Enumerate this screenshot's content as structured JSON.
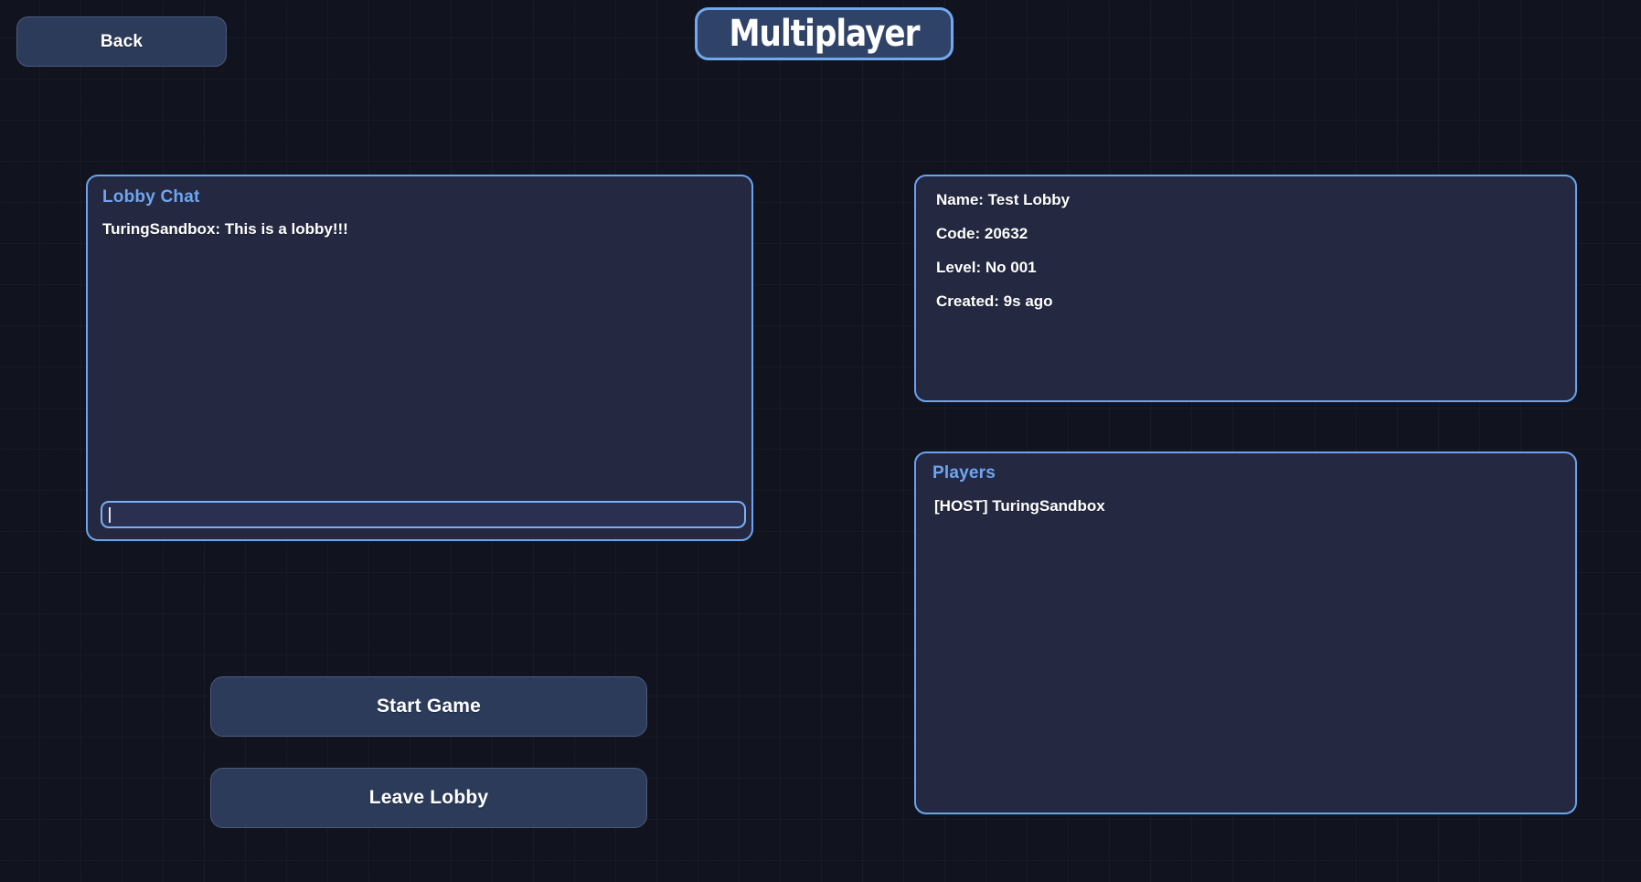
{
  "header": {
    "title": "Multiplayer",
    "back_label": "Back"
  },
  "chat": {
    "title": "Lobby Chat",
    "messages": [
      "TuringSandbox: This is a lobby!!!"
    ],
    "input_value": "",
    "input_placeholder": ""
  },
  "lobby_info": {
    "lines": [
      "Name: Test Lobby",
      "Code: 20632",
      "Level: No 001",
      "Created: 9s ago"
    ],
    "name_label": "Name:",
    "name_value": "Test Lobby",
    "code_label": "Code:",
    "code_value": "20632",
    "level_label": "Level:",
    "level_value": "No 001",
    "created_label": "Created:",
    "created_value": "9s ago"
  },
  "players": {
    "title": "Players",
    "list": [
      "[HOST] TuringSandbox"
    ]
  },
  "actions": {
    "start_game_label": "Start Game",
    "leave_lobby_label": "Leave Lobby"
  },
  "colors": {
    "background": "#11141e",
    "panel_fill": "#242840",
    "panel_border": "#6aa4ef",
    "button_fill": "#2c3b5a",
    "button_border": "#4a5a7c",
    "accent_text": "#6fa5f0",
    "title_fill": "#2f4368",
    "title_border": "#71a8ef",
    "text": "#ffffff"
  }
}
